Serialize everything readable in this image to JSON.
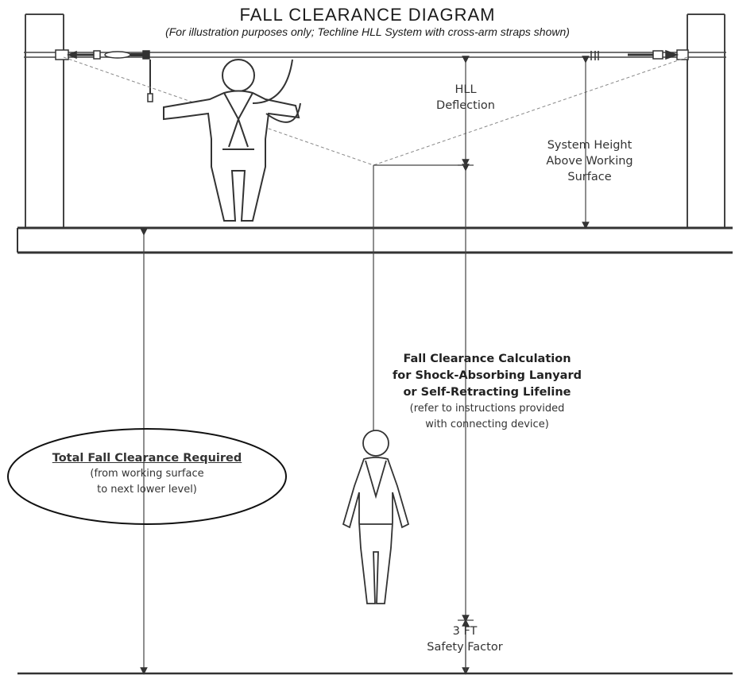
{
  "header": {
    "title": "FALL CLEARANCE DIAGRAM",
    "subtitle": "(For illustration purposes only; Techline HLL System with cross-arm straps shown)"
  },
  "labels": {
    "hll_deflection": [
      "HLL",
      "Deflection"
    ],
    "system_height": [
      "System Height",
      "Above Working",
      "Surface"
    ],
    "calc": {
      "heading": [
        "Fall Clearance Calculation",
        "for Shock-Absorbing Lanyard",
        "or Self-Retracting Lifeline"
      ],
      "note": [
        "(refer to instructions provided",
        "with connecting device)"
      ]
    },
    "total": {
      "heading": "Total Fall Clearance Required",
      "note": [
        "(from working surface",
        "to next lower level)"
      ]
    },
    "safety": [
      "3 FT",
      "Safety Factor"
    ]
  }
}
